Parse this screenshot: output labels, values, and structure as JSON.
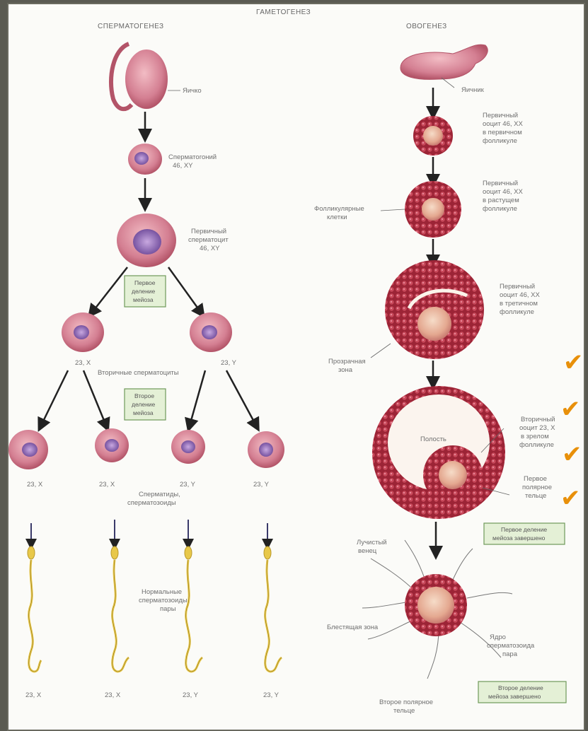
{
  "title": "ГАМЕТОГЕНЕЗ",
  "left_column": {
    "title": "СПЕРМАТОГЕНЕЗ",
    "testis_label": "Яичко",
    "spermatogonium_label": [
      "Сперматогоний",
      "46, XY"
    ],
    "primary_spermatocyte_label": [
      "Первичный",
      "сперматоцит",
      "46, XY"
    ],
    "first_division_box": [
      "Первое",
      "деление",
      "мейоза"
    ],
    "secondary_labels": [
      "23, X",
      "23, Y"
    ],
    "secondary_spermatocyte_label": "Вторичные сперматоциты",
    "second_division_box": [
      "Второе",
      "деление",
      "мейоза"
    ],
    "spermatid_labels": [
      "23, X",
      "23, X",
      "23, Y",
      "23, Y"
    ],
    "spermatids_title": [
      "Сперматиды,",
      "сперматозоиды"
    ],
    "normal_sperm_label": [
      "Нормальные",
      "сперматозоиды",
      "пары"
    ],
    "sperm_labels": [
      "23, X",
      "23, X",
      "23, Y",
      "23, Y"
    ]
  },
  "right_column": {
    "title": "ОВОГЕНЕЗ",
    "ovary_label": "Яичник",
    "primary_oocyte_label": [
      "Первичный",
      "ооцит 46, XX",
      "в первичном",
      "фолликуле"
    ],
    "growing_follicle_label": [
      "Первичный",
      "ооцит 46, XX",
      "в растущем",
      "фолликуле"
    ],
    "follicular_cells_label": [
      "Фолликулярные",
      "клетки"
    ],
    "antral_follicle_label": [
      "Первичный",
      "ооцит 46, XX",
      "в третичном",
      "фолликуле"
    ],
    "zona_label": [
      "Прозрачная",
      "зона"
    ],
    "antrum_label": "Полость",
    "secondary_oocyte_label": [
      "Вторичный",
      "ооцит 23, X",
      "в зрелом",
      "фолликуле"
    ],
    "cumulus_label": [
      "Первое",
      "полярное",
      "тельце"
    ],
    "first_division_box": [
      "Первое деление",
      "мейоза завершено"
    ],
    "corona_label": [
      "Лучистый",
      "венец"
    ],
    "zona_pellucida_label": "Блестящая зона",
    "nucleus_label": [
      "Ядро",
      "сперматозоида",
      "пара"
    ],
    "polar_body_label": [
      "Второе полярное",
      "тельце"
    ],
    "second_division_box": [
      "Второе деление",
      "мейоза завершено"
    ]
  },
  "checkmarks": 4,
  "colors": {
    "cell_pink": "#d98a98",
    "cell_dark": "#b0405a",
    "nucleus_purple": "#8a5aa0",
    "follicle_red": "#a8283a",
    "sperm_yellow": "#e8c84a",
    "box_green": "#e4f0d6",
    "check_orange": "#e8900a"
  }
}
